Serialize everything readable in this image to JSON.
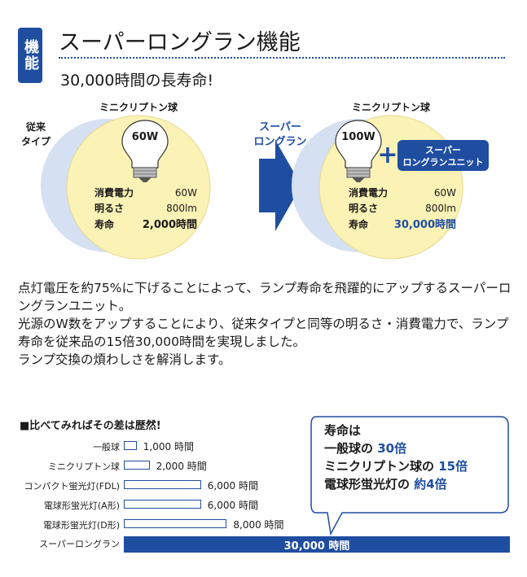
{
  "header": {
    "tag": "機能",
    "title": "スーパーロングラン機能",
    "subtitle": "30,000時間の長寿命!"
  },
  "comparison": {
    "left": {
      "label_lines": [
        "従来",
        "タイプ"
      ],
      "bulb_name": "ミニクリプトン球",
      "bulb_watt": "60W",
      "specs": [
        {
          "label": "消費電力",
          "value": "60W"
        },
        {
          "label": "明るさ",
          "value": "800lm"
        },
        {
          "label": "寿命",
          "value": "2,000時間"
        }
      ]
    },
    "right": {
      "label_lines": [
        "スーパー",
        "ロングラン"
      ],
      "bulb_name": "ミニクリプトン球",
      "bulb_watt": "100W",
      "plus": "+",
      "unit_lines": [
        "スーパー",
        "ロングランユニット"
      ],
      "specs": [
        {
          "label": "消費電力",
          "value": "60W"
        },
        {
          "label": "明るさ",
          "value": "800lm"
        },
        {
          "label": "寿命",
          "value": "30,000時間"
        }
      ]
    }
  },
  "body": {
    "paragraphs": [
      "点灯電圧を約75%に下げることによって、ランプ寿命を飛躍的にアップするスーパーロングランユニット。",
      "光源のW数をアップすることにより、従来タイプと同等の明るさ・消費電力で、ランプ寿命を従来品の15倍30,000時間を実現しました。",
      "ランプ交換の煩わしさを解消します。"
    ]
  },
  "colors": {
    "accent": "#1f4ea1",
    "bulb_glow": "#fbf2b6",
    "circle_back": "#d6e0f3"
  },
  "chart_data": {
    "type": "bar",
    "title": "■比べてみればその差は歴然!",
    "categories": [
      "一般球",
      "ミニクリプトン球",
      "コンパクト蛍光灯(FDL)",
      "電球形蛍光灯(A形)",
      "電球形蛍光灯(D形)",
      "スーパーロングラン"
    ],
    "values": [
      1000,
      2000,
      6000,
      6000,
      8000,
      30000
    ],
    "value_labels": [
      "1,000 時間",
      "2,000 時間",
      "6,000 時間",
      "6,000 時間",
      "8,000 時間",
      "30,000 時間"
    ],
    "xlim": [
      0,
      30000
    ]
  },
  "callout": {
    "lines": [
      {
        "pre": "寿命は",
        "hi": ""
      },
      {
        "pre": "一般球の ",
        "hi": "30倍"
      },
      {
        "pre": "ミニクリプトン球の ",
        "hi": "15倍"
      },
      {
        "pre": "電球形蛍光灯の ",
        "hi": "約4倍"
      }
    ]
  }
}
